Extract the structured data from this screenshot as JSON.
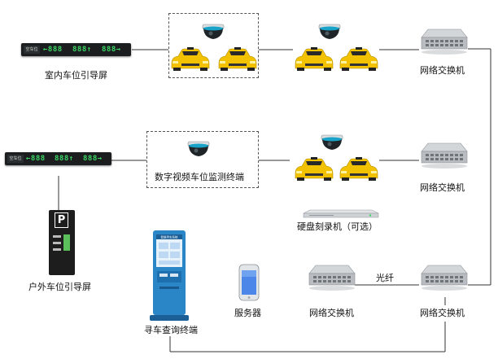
{
  "labels": {
    "indoor_screen": "室内车位引导屏",
    "outdoor_screen": "户外车位引导屏",
    "video_terminal": "数字视频车位监测终端",
    "dvr": "硬盘刻录机（可选）",
    "query_terminal": "寻车查询终端",
    "server": "服务器",
    "switch_1": "网络交换机",
    "switch_2": "网络交换机",
    "switch_3": "网络交换机",
    "switch_4": "网络交换机",
    "fiber": "光纤"
  },
  "guide_screen": {
    "logo_text": "空车位",
    "seg_1": "←888",
    "seg_2": "888↑",
    "seg_3": "888→"
  },
  "kiosk": {
    "header": "智能寻车系统"
  },
  "colors": {
    "wire": "#333333",
    "car_body": "#f2c200",
    "camera_dome": "#1aa3c8",
    "switch_body": "#b9bcc0",
    "kiosk_blue": "#2b86c8",
    "server_blue": "#4b86e8"
  }
}
